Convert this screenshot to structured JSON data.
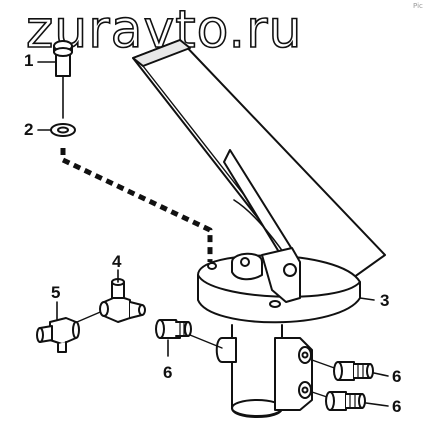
{
  "watermark": {
    "text": "zuravto.ru",
    "corner_mark": "Pic"
  },
  "callouts": {
    "c1": "1",
    "c2": "2",
    "c3": "3",
    "c4": "4",
    "c5": "5",
    "c6a": "6",
    "c6b": "6",
    "c6c": "6"
  },
  "colors": {
    "line": "#111111",
    "fill": "#ffffff",
    "shade": "#e8e8e8"
  }
}
